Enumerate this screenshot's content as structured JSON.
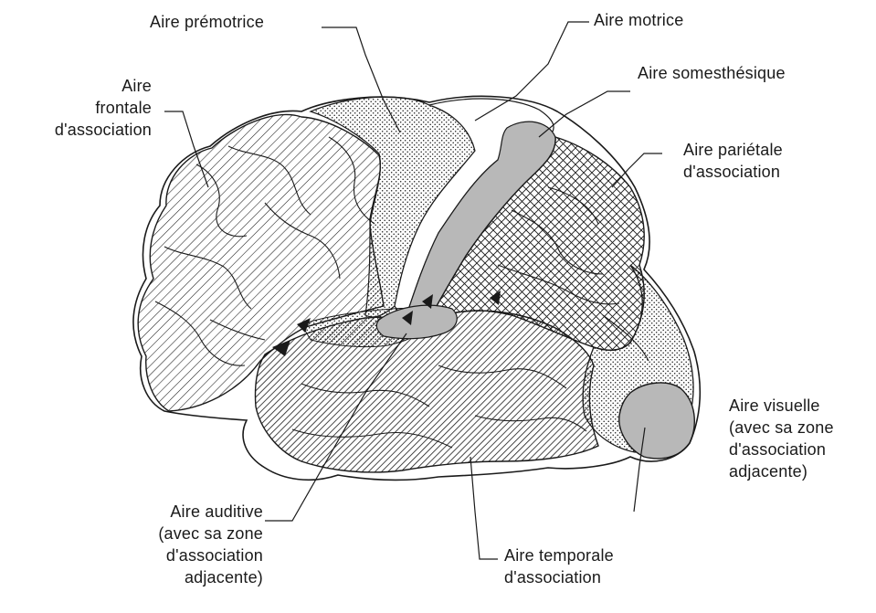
{
  "labels": {
    "premotrice": "Aire prémotrice",
    "motrice": "Aire motrice",
    "somesthesique": "Aire somesthésique",
    "frontale": [
      "Aire",
      "frontale",
      "d'association"
    ],
    "parietale": [
      "Aire pariétale",
      "d'association"
    ],
    "visuelle": [
      "Aire visuelle",
      "(avec sa zone",
      "d'association",
      "adjacente)"
    ],
    "auditive": [
      "Aire auditive",
      "(avec sa zone",
      "d'association",
      "adjacente)"
    ],
    "temporale": [
      "Aire temporale",
      "d'association"
    ]
  },
  "colors": {
    "ink": "#1a1a1a",
    "gray_area": "#b8b8b8",
    "background": "#ffffff"
  }
}
